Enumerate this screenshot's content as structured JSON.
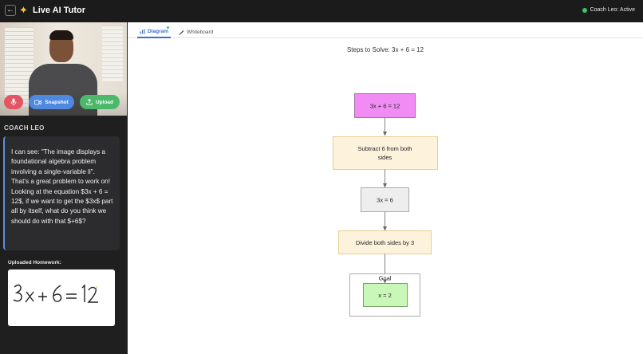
{
  "header": {
    "back_icon": "back-arrow-icon",
    "logo_icon": "sparkles-icon",
    "title": "Live AI Tutor",
    "status_text": "Coach Leo: Active",
    "status_color": "#3cc46a"
  },
  "video_controls": {
    "mic_icon": "microphone-icon",
    "snapshot_label": "Snapshot",
    "snapshot_icon": "camera-icon",
    "upload_label": "Upload",
    "upload_icon": "upload-icon"
  },
  "coach": {
    "label": "COACH LEO",
    "message": "I can see: \"The image displays a foundational algebra problem involving a single-variable li\". That's a great problem to work on! Looking at the equation $3x + 6 = 12$, if we want to get the $3x$ part all by itself, what do you think we should do with that $+6$?"
  },
  "homework": {
    "label": "Uploaded Homework:",
    "handwritten": "3x+6=12"
  },
  "tabs": [
    {
      "label": "Diagram",
      "icon": "bar-chart-icon",
      "active": true
    },
    {
      "label": "Whiteboard",
      "icon": "brush-icon",
      "active": false
    }
  ],
  "diagram": {
    "title": "Steps to Solve: 3x + 6 = 12",
    "nodes": [
      {
        "id": "start",
        "label": "3x + 6 = 12",
        "color": "#f08cf4"
      },
      {
        "id": "step1",
        "label_line1": "Subtract 6 from both",
        "label_line2": "sides",
        "color": "#fdf3dd"
      },
      {
        "id": "mid",
        "label": "3x = 6",
        "color": "#eeeeee"
      },
      {
        "id": "step2",
        "label": "Divide both sides by 3",
        "color": "#fdf3dd"
      },
      {
        "id": "answer",
        "label": "x = 2",
        "color": "#c8f7b8"
      }
    ],
    "group_label": "Goal"
  },
  "colors": {
    "accent_blue": "#4e88e0",
    "accent_green": "#4cb96a",
    "accent_red": "#e45563"
  }
}
